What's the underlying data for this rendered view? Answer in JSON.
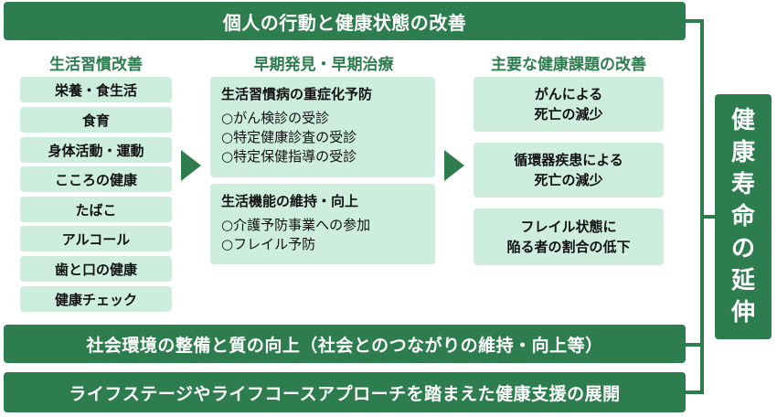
{
  "top_bar": "個人の行動と健康状態の改善",
  "columns": {
    "lifestyle": {
      "header": "生活習慣改善",
      "items": [
        "栄養・食生活",
        "食育",
        "身体活動・運動",
        "こころの健康",
        "たばこ",
        "アルコール",
        "歯と口の健康",
        "健康チェック"
      ]
    },
    "early": {
      "header": "早期発見・早期治療",
      "boxes": [
        {
          "title": "生活習慣病の重症化予防",
          "items": [
            "○がん検診の受診",
            "○特定健康診査の受診",
            "○特定保健指導の受診"
          ]
        },
        {
          "title": "生活機能の維持・向上",
          "items": [
            "○介護予防事業への参加",
            "○フレイル予防"
          ]
        }
      ]
    },
    "issues": {
      "header": "主要な健康課題の改善",
      "boxes": [
        {
          "line1": "がんによる",
          "line2": "死亡の減少"
        },
        {
          "line1": "循環器疾患による",
          "line2": "死亡の減少"
        },
        {
          "line1": "フレイル状態に",
          "line2": "陥る者の割合の低下"
        }
      ]
    }
  },
  "social_bar": "社会環境の整備と質の向上（社会とのつながりの維持・向上等）",
  "lifecourse_bar": "ライフステージやライフコースアプローチを踏まえた健康支援の展開",
  "goal_chars": [
    "健",
    "康",
    "寿",
    "命",
    "の",
    "延",
    "伸"
  ],
  "colors": {
    "accent": "#2e7d4f",
    "box_fill": "#cdeedd"
  }
}
